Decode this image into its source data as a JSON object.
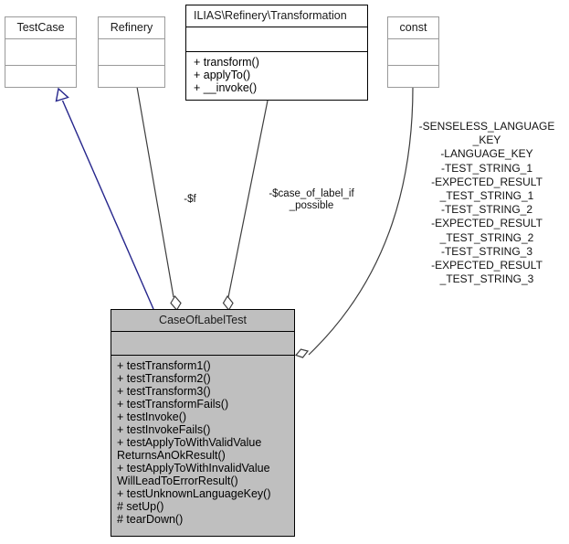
{
  "diagram": {
    "kind": "uml-class-diagram",
    "background": "#ffffff",
    "colors": {
      "primary_fill": "#bfbfbf",
      "primary_border": "#000000",
      "plain_border": "#9a9a9a",
      "inheritance_edge": "#26268c",
      "association_edge": "#3d3d3d"
    }
  },
  "classes": {
    "testcase": {
      "name": "TestCase",
      "attributes": [],
      "operations": []
    },
    "refinery": {
      "name": "Refinery",
      "attributes": [],
      "operations": []
    },
    "transformation": {
      "name": "ILIAS\\Refinery\\Transformation",
      "attributes": [],
      "operations": [
        "+ transform()",
        "+ applyTo()",
        "+ __invoke()"
      ]
    },
    "const": {
      "name": "const",
      "attributes": [],
      "operations": []
    },
    "caseoflabeltest": {
      "name": "CaseOfLabelTest",
      "attributes": [],
      "operations": [
        "+ testTransform1()",
        "+ testTransform2()",
        "+ testTransform3()",
        "+ testTransformFails()",
        "+ testInvoke()",
        "+ testInvokeFails()",
        "+ testApplyToWithValidValue ReturnsAnOkResult()",
        "+ testApplyToWithInvalidValue WillLeadToErrorResult()",
        "+ testUnknownLanguageKey()",
        "# setUp()",
        "# tearDown()"
      ]
    }
  },
  "edges": {
    "inheritance_testcase": {
      "from": "CaseOfLabelTest",
      "to": "TestCase",
      "type": "generalization",
      "label": ""
    },
    "aggregation_refinery": {
      "from": "Refinery",
      "to": "CaseOfLabelTest",
      "type": "aggregation",
      "label": "-$f"
    },
    "aggregation_transformation": {
      "from": "ILIAS\\Refinery\\Transformation",
      "to": "CaseOfLabelTest",
      "type": "aggregation",
      "label": "-$case_of_label_if\n_possible"
    },
    "aggregation_const": {
      "from": "const",
      "to": "CaseOfLabelTest",
      "type": "aggregation",
      "label": "-SENSELESS_LANGUAGE\n_KEY\n-LANGUAGE_KEY\n-TEST_STRING_1\n-EXPECTED_RESULT\n_TEST_STRING_1\n-TEST_STRING_2\n-EXPECTED_RESULT\n_TEST_STRING_2\n-TEST_STRING_3\n-EXPECTED_RESULT\n_TEST_STRING_3"
    }
  }
}
